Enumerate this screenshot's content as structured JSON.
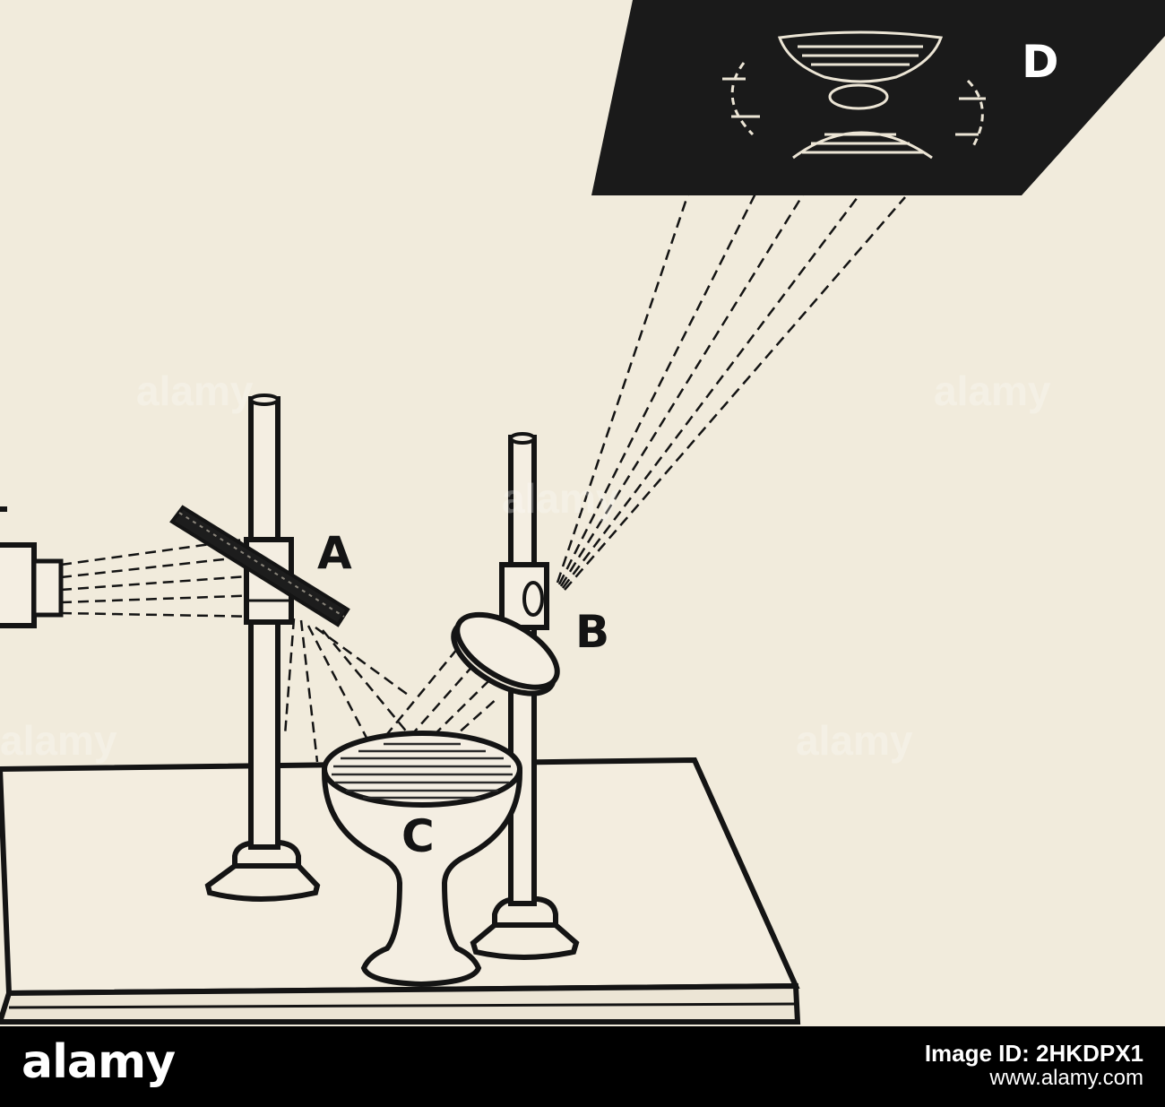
{
  "diagram": {
    "labels": {
      "a": "A",
      "b": "B",
      "c": "C",
      "d": "D"
    }
  },
  "watermark": {
    "text": "alamy"
  },
  "footer": {
    "logo": "alamy",
    "image_id": "Image ID: 2HKDPX1",
    "url": "www.alamy.com"
  }
}
